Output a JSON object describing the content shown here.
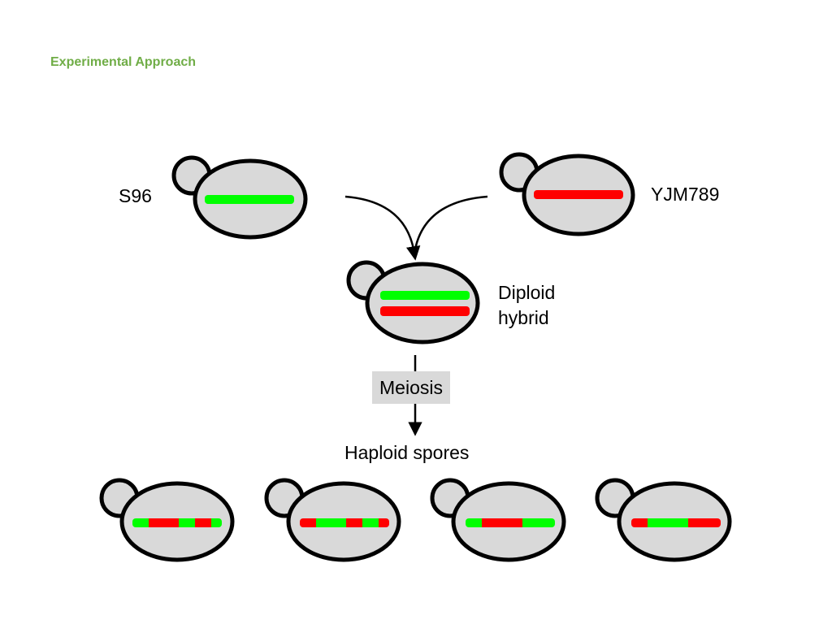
{
  "title": "Experimental Approach",
  "parents": {
    "left_label": "S96",
    "right_label": "YJM789"
  },
  "hybrid": {
    "label_line1": "Diploid",
    "label_line2": "hybrid"
  },
  "process": {
    "label": "Meiosis"
  },
  "spores": {
    "label": "Haploid spores"
  },
  "colors": {
    "title": "#70ad47",
    "s96_chromosome": "#00ff00",
    "yjm789_chromosome": "#ff0000",
    "cell_fill": "#d9d9d9",
    "cell_outline": "#000000",
    "meiosis_box": "#d9d9d9"
  }
}
